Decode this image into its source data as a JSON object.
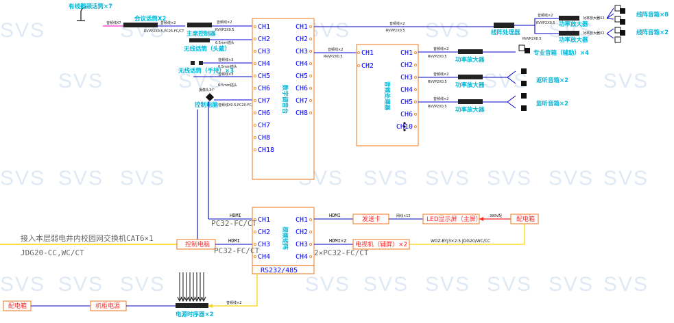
{
  "watermark": "SVS",
  "labels": {
    "wired_mic": "有线鹅颈话筒×7",
    "conf_mic": "会议话筒X2",
    "wireless_mic_head": "无线话筒（头戴）",
    "wireless_mic_hand": "无线话筒（手持）×3",
    "ctrl_unit": "主席控制器",
    "mixer_name": "数字调音台",
    "line_processor": "线阵处理器",
    "amp1": "功率放大器",
    "amp2": "功率放大器",
    "amp3": "功率放大器",
    "amp4": "功率放大器",
    "amp5": "功率放大器",
    "speaker_line8": "线阵音箱×8",
    "speaker_line2": "线阵音箱×2",
    "speaker_aux": "专业音箱（辅助）×4",
    "speaker_stage": "返听音箱×2",
    "speaker_mon": "监听音箱×2",
    "processor_name": "音频处理器",
    "matrix_name": "视频矩阵",
    "camera_in": "摄像头3个",
    "ctrl_pc": "控制电脑",
    "led_screen": "LED显示屏（主屏）",
    "tv": "电视机（辅屏）×2",
    "sender_card": "发送卡",
    "dist_box": "配电箱",
    "dist_box2": "配电箱",
    "cabinet_power": "机柜电源",
    "power_seq": "电源时序器×2",
    "rs232": "RS232/485",
    "campus_note": "接入本层弱电井内校园网交换机CAT6×1",
    "pipe_note": "JDG20-CC,WC/CT",
    "power_cable": "WDZ-BYJ3×2.5 JDG20/WC/CC",
    "led_cable": "网线×12",
    "v380": "380V配",
    "hdmi": "HDMI",
    "hdmi2": "HDMI×2",
    "pc32a": "PC32-FC/CT",
    "pc32b": "PC32-FC/CT",
    "pc32c": "2×PC32-FC/CT",
    "rvvp1": "RVVP2X0.5,PC25-FC/CT",
    "rvvp2": "RVVP2X0.5",
    "rvvp3": "RVVP2X0.5",
    "rvvp4": "RVVP2X0.5",
    "rvvp5": "RVVP2X0.5",
    "rvvp6": "RVVP2X0.5",
    "rvvp7": "RVVP2X0.5",
    "rvvp8": "RVVP2X0.5",
    "rvvp9": "RVVP2X0.5",
    "mm65": "6.5mm插头",
    "mm65b": "6.5mm插头",
    "mm65c": "6.5mm插头",
    "x7": "音频线X7",
    "x2": "音频线×2",
    "x3": "音频线×3",
    "x0": "音频线X0.5,PC20-FC/CT",
    "amp_x2a": "功率放大器X2",
    "amp_x2b": "功率放大器X2"
  },
  "mixer_inputs": [
    "CH1",
    "CH2",
    "CH3",
    "CH4",
    "CH5",
    "CH6",
    "CH7",
    "CH6",
    "CH7",
    "CH8",
    "CH18"
  ],
  "mixer_outputs": [
    "CH1",
    "CH2",
    "CH3",
    "CH4",
    "CH5",
    "CH6",
    "CH7",
    "CH8"
  ],
  "proc_inputs": [
    "CH1",
    "CH2"
  ],
  "proc_outputs": [
    "CH1",
    "CH2",
    "CH3",
    "CH4",
    "CH5",
    "CH6",
    "CH10"
  ],
  "matrix_inputs": [
    "CH1",
    "CH2",
    "CH3",
    "CH4"
  ],
  "matrix_outputs": [
    "CH1",
    "CH2",
    "CH3",
    "CH4"
  ],
  "colors": {
    "wire_blue": "#0000cc",
    "wire_yellow": "#ffd400",
    "wire_red": "#ff2020",
    "box_orange": "#f08c3c",
    "cyan": "#00b7d8",
    "magenta": "#ff2bd6"
  }
}
